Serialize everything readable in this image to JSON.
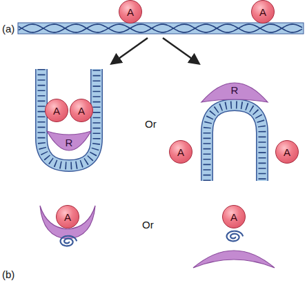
{
  "diagram": {
    "nodes": [
      {
        "text": [
          "A"
        ]
      },
      {
        "text": [
          "A"
        ]
      },
      {
        "text": [
          "A"
        ]
      },
      {
        "text": [
          "A"
        ]
      },
      {
        "text": [
          "R"
        ]
      },
      {
        "text": [
          "R"
        ]
      },
      {
        "text": [
          "A"
        ]
      },
      {
        "text": [
          "A"
        ]
      },
      {
        "text": [
          "A"
        ]
      },
      {
        "text": [
          "A"
        ]
      }
    ],
    "labels": [
      "(a)",
      "Or",
      "Or",
      "(b)"
    ]
  }
}
